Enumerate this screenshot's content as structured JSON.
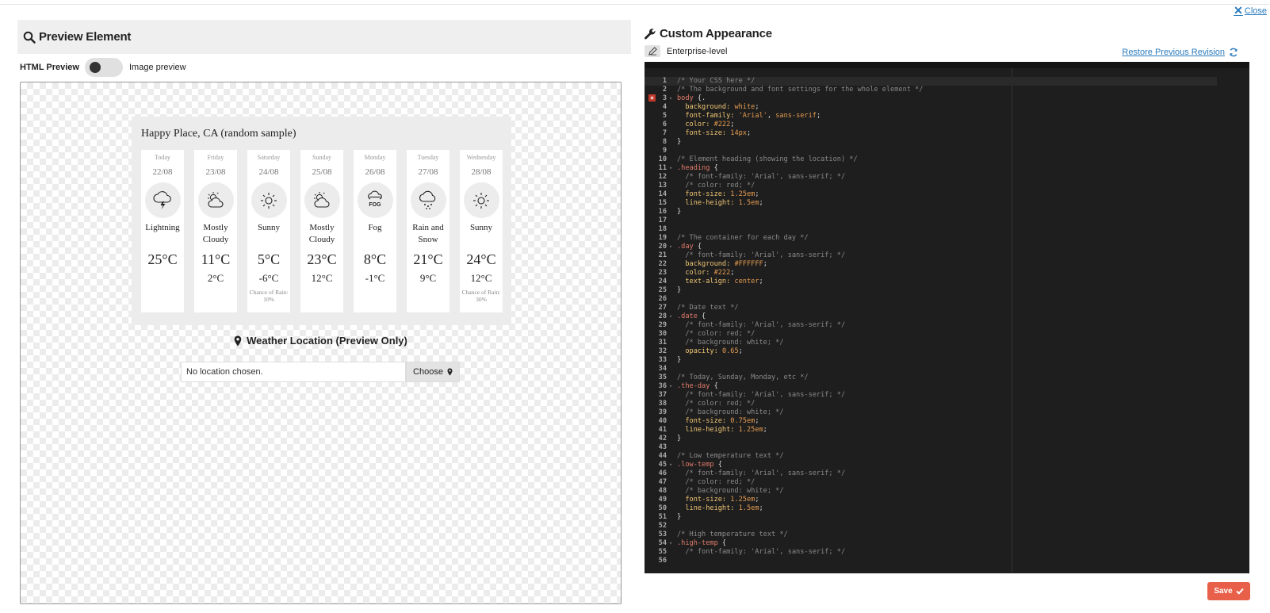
{
  "header": {
    "close_label": "Close"
  },
  "preview": {
    "title": "Preview Element",
    "toggle_left": "HTML Preview",
    "toggle_right": "Image preview",
    "weather": {
      "heading": "Happy Place, CA (random sample)",
      "days": [
        {
          "the_day": "Today",
          "date": "22/08",
          "icon": "lightning-icon",
          "desc": "Lightning",
          "hi": "25°C",
          "lo": "",
          "rain": ""
        },
        {
          "the_day": "Friday",
          "date": "23/08",
          "icon": "mostly-cloudy-icon",
          "desc": "Mostly Cloudy",
          "hi": "11°C",
          "lo": "2°C",
          "rain": ""
        },
        {
          "the_day": "Saturday",
          "date": "24/08",
          "icon": "sunny-icon",
          "desc": "Sunny",
          "hi": "5°C",
          "lo": "-6°C",
          "rain": "Chance of Rain: 10%"
        },
        {
          "the_day": "Sunday",
          "date": "25/08",
          "icon": "mostly-cloudy-icon",
          "desc": "Mostly Cloudy",
          "hi": "23°C",
          "lo": "12°C",
          "rain": ""
        },
        {
          "the_day": "Monday",
          "date": "26/08",
          "icon": "fog-icon",
          "desc": "Fog",
          "hi": "8°C",
          "lo": "-1°C",
          "rain": ""
        },
        {
          "the_day": "Tuesday",
          "date": "27/08",
          "icon": "rain-snow-icon",
          "desc": "Rain and Snow",
          "hi": "21°C",
          "lo": "9°C",
          "rain": ""
        },
        {
          "the_day": "Wednesday",
          "date": "28/08",
          "icon": "sunny-icon",
          "desc": "Sunny",
          "hi": "24°C",
          "lo": "12°C",
          "rain": "Chance of Rain: 30%"
        }
      ],
      "fog_text": "FOG"
    },
    "location": {
      "title": "Weather Location (Preview Only)",
      "input_value": "No location chosen.",
      "choose_label": "Choose"
    }
  },
  "appearance": {
    "title": "Custom Appearance",
    "level": "Enterprise-level",
    "restore_label": "Restore Previous Revision",
    "save_label": "Save",
    "code_lines": [
      [
        [
          "c-com",
          "/* Your CSS here */"
        ]
      ],
      [
        [
          "c-com",
          "/* The background and font settings for the whole element */"
        ]
      ],
      [
        [
          "c-sel",
          "body "
        ],
        [
          "c-txt",
          "{."
        ]
      ],
      [
        [
          "c-txt",
          "  "
        ],
        [
          "c-prop",
          "background:"
        ],
        [
          "c-val",
          " white"
        ],
        [
          "c-txt",
          ";"
        ]
      ],
      [
        [
          "c-txt",
          "  "
        ],
        [
          "c-prop",
          "font-family:"
        ],
        [
          "c-str",
          " 'Arial'"
        ],
        [
          "c-txt",
          ", "
        ],
        [
          "c-val",
          "sans-serif"
        ],
        [
          "c-txt",
          ";"
        ]
      ],
      [
        [
          "c-txt",
          "  "
        ],
        [
          "c-prop",
          "color:"
        ],
        [
          "c-val",
          " #222"
        ],
        [
          "c-txt",
          ";"
        ]
      ],
      [
        [
          "c-txt",
          "  "
        ],
        [
          "c-prop",
          "font-size:"
        ],
        [
          "c-val",
          " 14px"
        ],
        [
          "c-txt",
          ";"
        ]
      ],
      [
        [
          "c-txt",
          "}"
        ]
      ],
      [
        [
          "c-txt",
          ""
        ]
      ],
      [
        [
          "c-com",
          "/* Element heading (showing the location) */"
        ]
      ],
      [
        [
          "c-sel",
          ".heading "
        ],
        [
          "c-txt",
          "{"
        ]
      ],
      [
        [
          "c-com",
          "  /* font-family: 'Arial', sans-serif; */"
        ]
      ],
      [
        [
          "c-com",
          "  /* color: red; */"
        ]
      ],
      [
        [
          "c-txt",
          "  "
        ],
        [
          "c-prop",
          "font-size:"
        ],
        [
          "c-val",
          " 1.25em"
        ],
        [
          "c-txt",
          ";"
        ]
      ],
      [
        [
          "c-txt",
          "  "
        ],
        [
          "c-prop",
          "line-height:"
        ],
        [
          "c-val",
          " 1.5em"
        ],
        [
          "c-txt",
          ";"
        ]
      ],
      [
        [
          "c-txt",
          "}"
        ]
      ],
      [
        [
          "c-txt",
          ""
        ]
      ],
      [
        [
          "c-txt",
          ""
        ]
      ],
      [
        [
          "c-com",
          "/* The container for each day */"
        ]
      ],
      [
        [
          "c-sel",
          ".day "
        ],
        [
          "c-txt",
          "{"
        ]
      ],
      [
        [
          "c-com",
          "  /* font-family: 'Arial', sans-serif; */"
        ]
      ],
      [
        [
          "c-txt",
          "  "
        ],
        [
          "c-prop",
          "background:"
        ],
        [
          "c-val",
          " #FFFFFF"
        ],
        [
          "c-txt",
          ";"
        ]
      ],
      [
        [
          "c-txt",
          "  "
        ],
        [
          "c-prop",
          "color:"
        ],
        [
          "c-val",
          " #222"
        ],
        [
          "c-txt",
          ";"
        ]
      ],
      [
        [
          "c-txt",
          "  "
        ],
        [
          "c-prop",
          "text-align:"
        ],
        [
          "c-val",
          " center"
        ],
        [
          "c-txt",
          ";"
        ]
      ],
      [
        [
          "c-txt",
          "}"
        ]
      ],
      [
        [
          "c-txt",
          ""
        ]
      ],
      [
        [
          "c-com",
          "/* Date text */"
        ]
      ],
      [
        [
          "c-sel",
          ".date "
        ],
        [
          "c-txt",
          "{"
        ]
      ],
      [
        [
          "c-com",
          "  /* font-family: 'Arial', sans-serif; */"
        ]
      ],
      [
        [
          "c-com",
          "  /* color: red; */"
        ]
      ],
      [
        [
          "c-com",
          "  /* background: white; */"
        ]
      ],
      [
        [
          "c-txt",
          "  "
        ],
        [
          "c-prop",
          "opacity:"
        ],
        [
          "c-val",
          " 0.65"
        ],
        [
          "c-txt",
          ";"
        ]
      ],
      [
        [
          "c-txt",
          "}"
        ]
      ],
      [
        [
          "c-txt",
          ""
        ]
      ],
      [
        [
          "c-com",
          "/* Today, Sunday, Monday, etc */"
        ]
      ],
      [
        [
          "c-sel",
          ".the-day "
        ],
        [
          "c-txt",
          "{"
        ]
      ],
      [
        [
          "c-com",
          "  /* font-family: 'Arial', sans-serif; */"
        ]
      ],
      [
        [
          "c-com",
          "  /* color: red; */"
        ]
      ],
      [
        [
          "c-com",
          "  /* background: white; */"
        ]
      ],
      [
        [
          "c-txt",
          "  "
        ],
        [
          "c-prop",
          "font-size:"
        ],
        [
          "c-val",
          " 0.75em"
        ],
        [
          "c-txt",
          ";"
        ]
      ],
      [
        [
          "c-txt",
          "  "
        ],
        [
          "c-prop",
          "line-height:"
        ],
        [
          "c-val",
          " 1.25em"
        ],
        [
          "c-txt",
          ";"
        ]
      ],
      [
        [
          "c-txt",
          "}"
        ]
      ],
      [
        [
          "c-txt",
          ""
        ]
      ],
      [
        [
          "c-com",
          "/* Low temperature text */"
        ]
      ],
      [
        [
          "c-sel",
          ".low-temp "
        ],
        [
          "c-txt",
          "{"
        ]
      ],
      [
        [
          "c-com",
          "  /* font-family: 'Arial', sans-serif; */"
        ]
      ],
      [
        [
          "c-com",
          "  /* color: red; */"
        ]
      ],
      [
        [
          "c-com",
          "  /* background: white; */"
        ]
      ],
      [
        [
          "c-txt",
          "  "
        ],
        [
          "c-prop",
          "font-size:"
        ],
        [
          "c-val",
          " 1.25em"
        ],
        [
          "c-txt",
          ";"
        ]
      ],
      [
        [
          "c-txt",
          "  "
        ],
        [
          "c-prop",
          "line-height:"
        ],
        [
          "c-val",
          " 1.5em"
        ],
        [
          "c-txt",
          ";"
        ]
      ],
      [
        [
          "c-txt",
          "}"
        ]
      ],
      [
        [
          "c-txt",
          ""
        ]
      ],
      [
        [
          "c-com",
          "/* High temperature text */"
        ]
      ],
      [
        [
          "c-sel",
          ".high-temp "
        ],
        [
          "c-txt",
          "{"
        ]
      ],
      [
        [
          "c-com",
          "  /* font-family: 'Arial', sans-serif; */"
        ]
      ],
      [
        [
          "c-txt",
          ""
        ]
      ]
    ],
    "fold_lines": [
      3,
      11,
      20,
      28,
      36,
      45,
      54
    ],
    "error_line": 3,
    "active_line": 1
  }
}
